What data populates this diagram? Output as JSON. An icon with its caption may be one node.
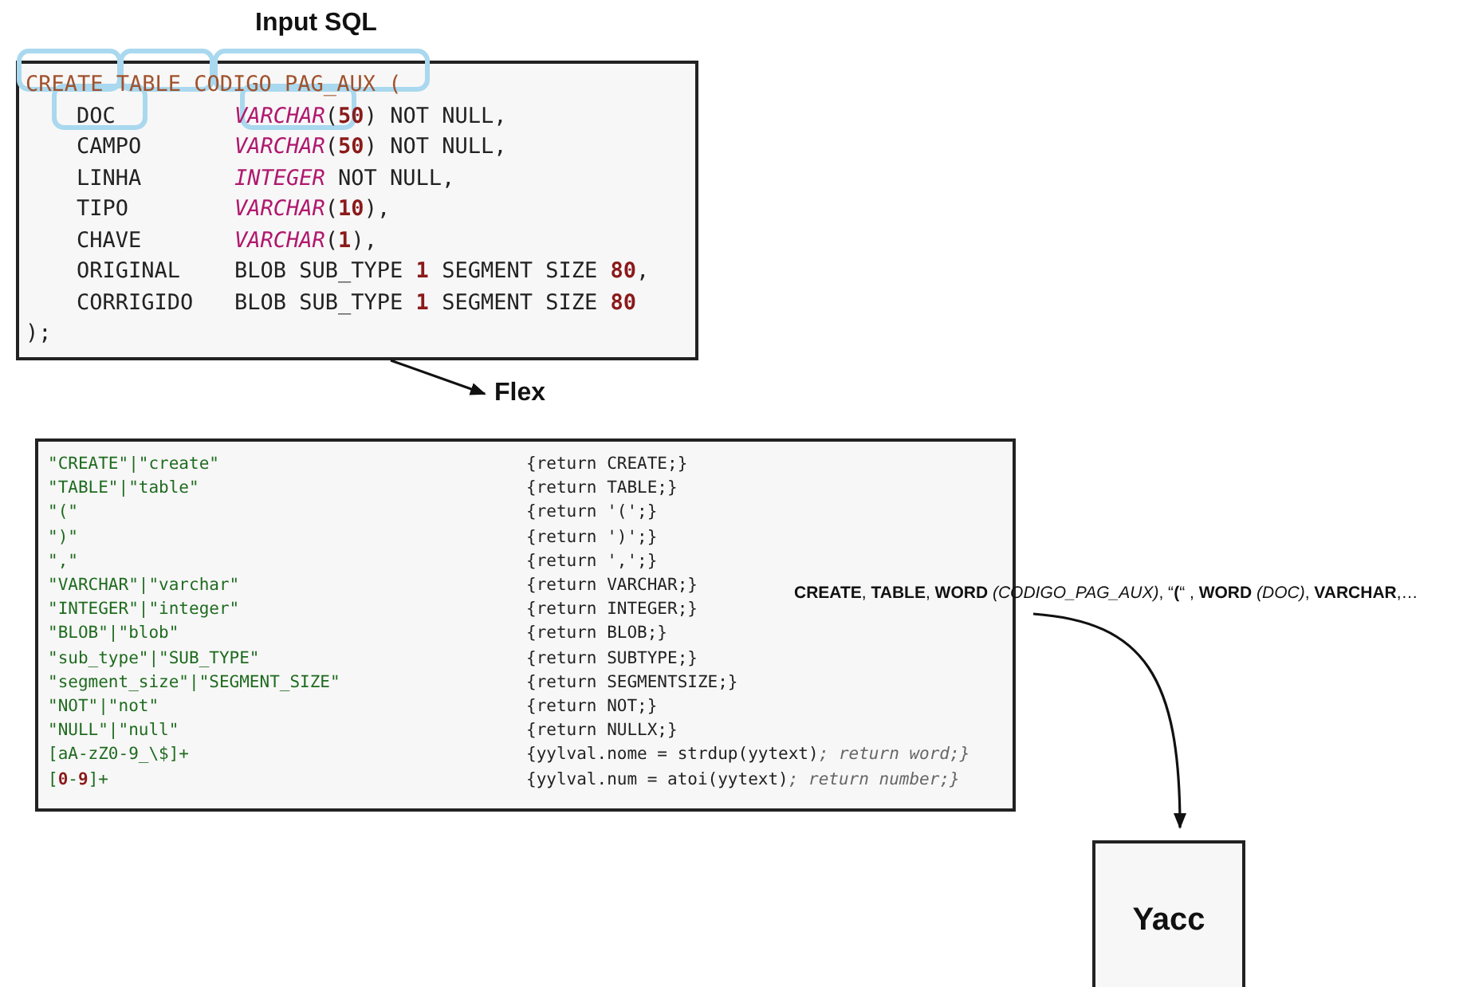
{
  "diagram": {
    "nodes": [
      {
        "text": [
          "Input SQL",
          "CREATE TABLE CODIGO PAG_AUX (",
          "DOC",
          "*VARCHAR*(**50**) NOT NULL,",
          "CAMPO",
          "*VARCHAR*(**50**) NOT NULL,",
          "LINHA",
          "*INTEGER* NOT NULL,",
          "TIPO",
          "*VARCHAR*(**10**),",
          "CHAVE",
          "*VARCHAR*(**1**),",
          "ORIGINAL",
          "BLOB SUB_TYPE **1** SEGMENT SIZE **80**,",
          "CORRIGIDO",
          "BLOB SUB_TYPE **1** SEGMENT SIZE **80**",
          ");"
        ]
      },
      {
        "text": [
          "Flex",
          "\"CREATE\"|\"create\"",
          "{return CREATE;}",
          "\"TABLE\"|\"table\"",
          "{return TABLE;}",
          "\"(\"",
          "{return '(';}",
          "\")\"",
          "{return ')';}",
          "\",\"",
          "{return ',';}",
          "\"VARCHAR\"|\"varchar\"",
          "{return VARCHAR;}",
          "\"INTEGER\"|\"integer\"",
          "{return INTEGER;}",
          "\"BLOB\"|\"blob\"",
          "{return BLOB;}",
          "\"sub_type\"|\"SUB_TYPE\"",
          "{return SUBTYPE;}",
          "\"segment_size\"|\"SEGMENT_SIZE\"",
          "{return SEGMENTSIZE;}",
          "\"NOT\"|\"not\"",
          "{return NOT;}",
          "\"NULL\"|\"null\"",
          "{return NULLX;}",
          "[aA-zZ0-9_\\$]+",
          "{yylval.nome = strdup(yytext)*; return word;}*",
          "[**0**-**9**]+",
          "{yylval.num = atoi(yytext)*; return number;}*"
        ]
      },
      {
        "text": [
          "**CREATE**, **TABLE**, **WORD** *(CODIGO_PAG_AUX)*, “**(**“ , **WORD** *(DOC)*, **VARCHAR**,…"
        ]
      },
      {
        "text": [
          "Yacc"
        ]
      }
    ],
    "edges": [
      {
        "from": 0,
        "to": 1,
        "arrow": "to"
      },
      {
        "from": 2,
        "to": 3,
        "arrow": "to"
      }
    ]
  }
}
